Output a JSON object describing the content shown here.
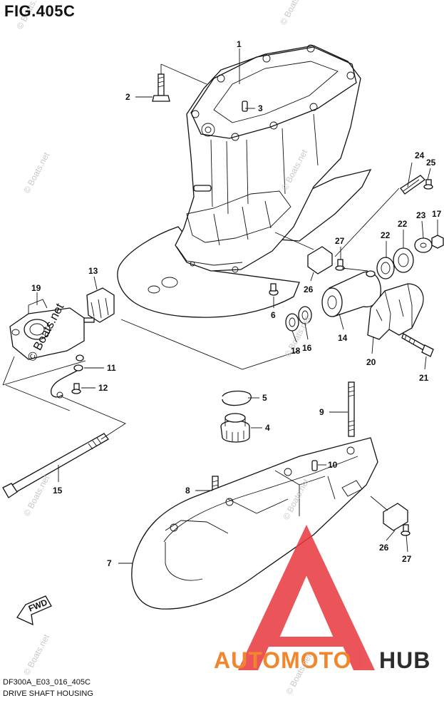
{
  "figure": {
    "title": "FIG.405C"
  },
  "footer": {
    "model_code": "DF300A_E03_016_405C",
    "section_name": "DRIVE SHAFT HOUSING"
  },
  "fwd_label": "FWD",
  "watermarks": {
    "site": "© Boats.net"
  },
  "brand": {
    "part1": "AUTOMOTO",
    "part2": "HUB",
    "color1": "#f2862d",
    "color2": "#2d2d2d",
    "logo_color": "#e8383d"
  },
  "callouts": [
    {
      "id": "c1",
      "label": "1"
    },
    {
      "id": "c2",
      "label": "2"
    },
    {
      "id": "c3",
      "label": "3"
    },
    {
      "id": "c4",
      "label": "4"
    },
    {
      "id": "c5",
      "label": "5"
    },
    {
      "id": "c6",
      "label": "6"
    },
    {
      "id": "c7",
      "label": "7"
    },
    {
      "id": "c8",
      "label": "8"
    },
    {
      "id": "c9",
      "label": "9"
    },
    {
      "id": "c10",
      "label": "10"
    },
    {
      "id": "c11",
      "label": "11"
    },
    {
      "id": "c12",
      "label": "12"
    },
    {
      "id": "c13",
      "label": "13"
    },
    {
      "id": "c14",
      "label": "14"
    },
    {
      "id": "c15",
      "label": "15"
    },
    {
      "id": "c16",
      "label": "16"
    },
    {
      "id": "c17",
      "label": "17"
    },
    {
      "id": "c18",
      "label": "18"
    },
    {
      "id": "c19",
      "label": "19"
    },
    {
      "id": "c20",
      "label": "20"
    },
    {
      "id": "c21",
      "label": "21"
    },
    {
      "id": "c22a",
      "label": "22"
    },
    {
      "id": "c22b",
      "label": "22"
    },
    {
      "id": "c23",
      "label": "23"
    },
    {
      "id": "c24",
      "label": "24"
    },
    {
      "id": "c25",
      "label": "25"
    },
    {
      "id": "c26a",
      "label": "26"
    },
    {
      "id": "c26b",
      "label": "26"
    },
    {
      "id": "c27a",
      "label": "27"
    },
    {
      "id": "c27b",
      "label": "27"
    }
  ]
}
